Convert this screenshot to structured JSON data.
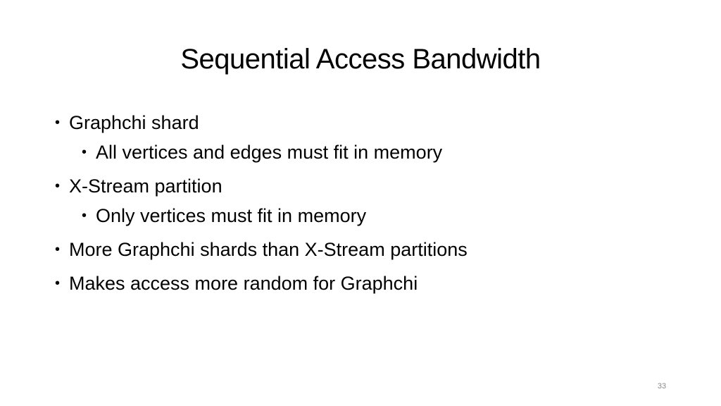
{
  "slide": {
    "title": "Sequential Access Bandwidth",
    "bullets": [
      {
        "text": "Graphchi shard",
        "level": 1
      },
      {
        "text": "All vertices and edges must fit in memory",
        "level": 2
      },
      {
        "text": "X-Stream partition",
        "level": 1
      },
      {
        "text": "Only vertices must fit in memory",
        "level": 2
      },
      {
        "text": "More Graphchi shards than X-Stream partitions",
        "level": 1
      },
      {
        "text": "Makes access more random for Graphchi",
        "level": 1
      }
    ],
    "bullet_glyph": "•",
    "slide_number": "33"
  }
}
